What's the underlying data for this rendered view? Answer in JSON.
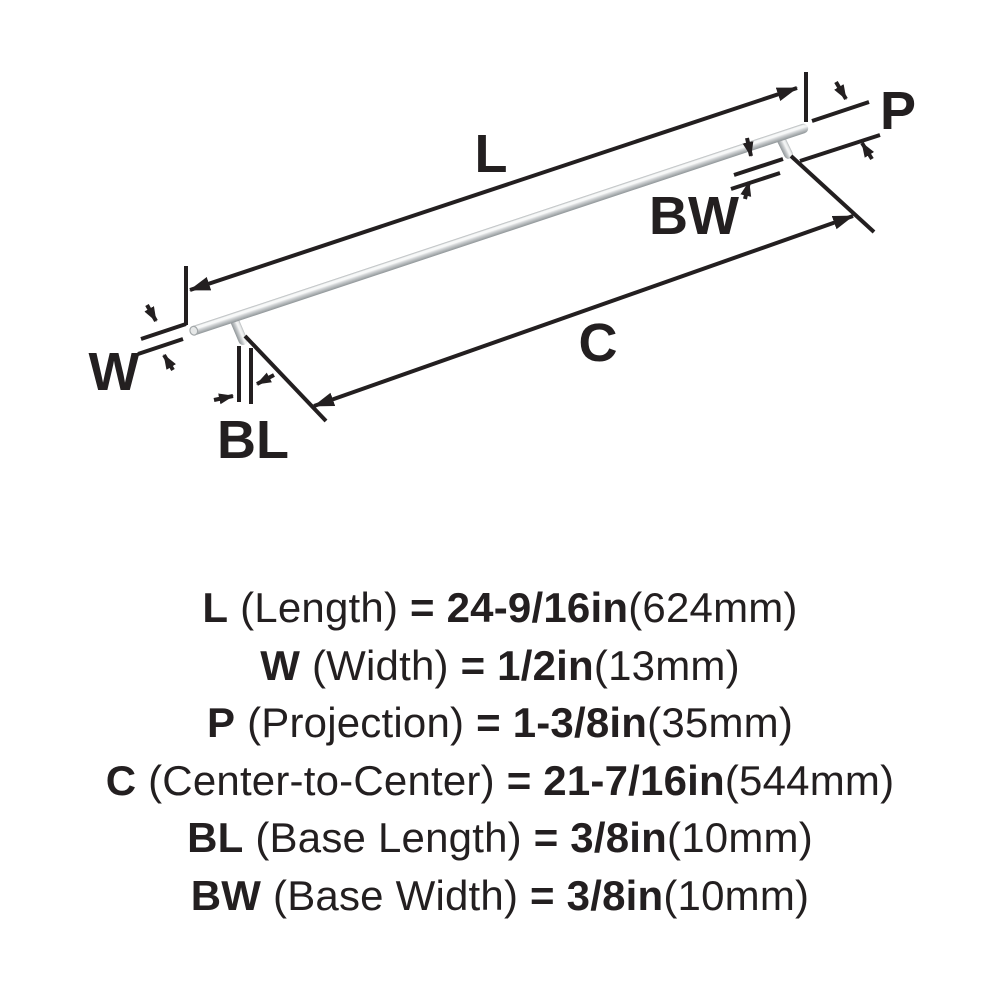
{
  "diagram": {
    "labels": {
      "length": "L",
      "width": "W",
      "projection": "P",
      "center_to_center": "C",
      "base_length": "BL",
      "base_width": "BW"
    }
  },
  "specs": [
    {
      "abbr": "L",
      "name": "(Length)",
      "equals": "=",
      "value": "24-9/16in",
      "metric": "(624mm)"
    },
    {
      "abbr": "W",
      "name": "(Width)",
      "equals": "=",
      "value": "1/2in",
      "metric": "(13mm)"
    },
    {
      "abbr": "P",
      "name": "(Projection)",
      "equals": "=",
      "value": "1-3/8in",
      "metric": "(35mm)"
    },
    {
      "abbr": "C",
      "name": "(Center-to-Center)",
      "equals": "=",
      "value": "21-7/16in",
      "metric": "(544mm)"
    },
    {
      "abbr": "BL",
      "name": "(Base Length)",
      "equals": "=",
      "value": "3/8in",
      "metric": "(10mm)"
    },
    {
      "abbr": "BW",
      "name": "(Base Width)",
      "equals": "=",
      "value": "3/8in",
      "metric": "(10mm)"
    }
  ],
  "colors": {
    "ink": "#231f20",
    "background": "#ffffff",
    "bar_highlight": "#f5f6f6",
    "bar_mid": "#c8cbcd",
    "bar_shadow": "#8f9598"
  }
}
